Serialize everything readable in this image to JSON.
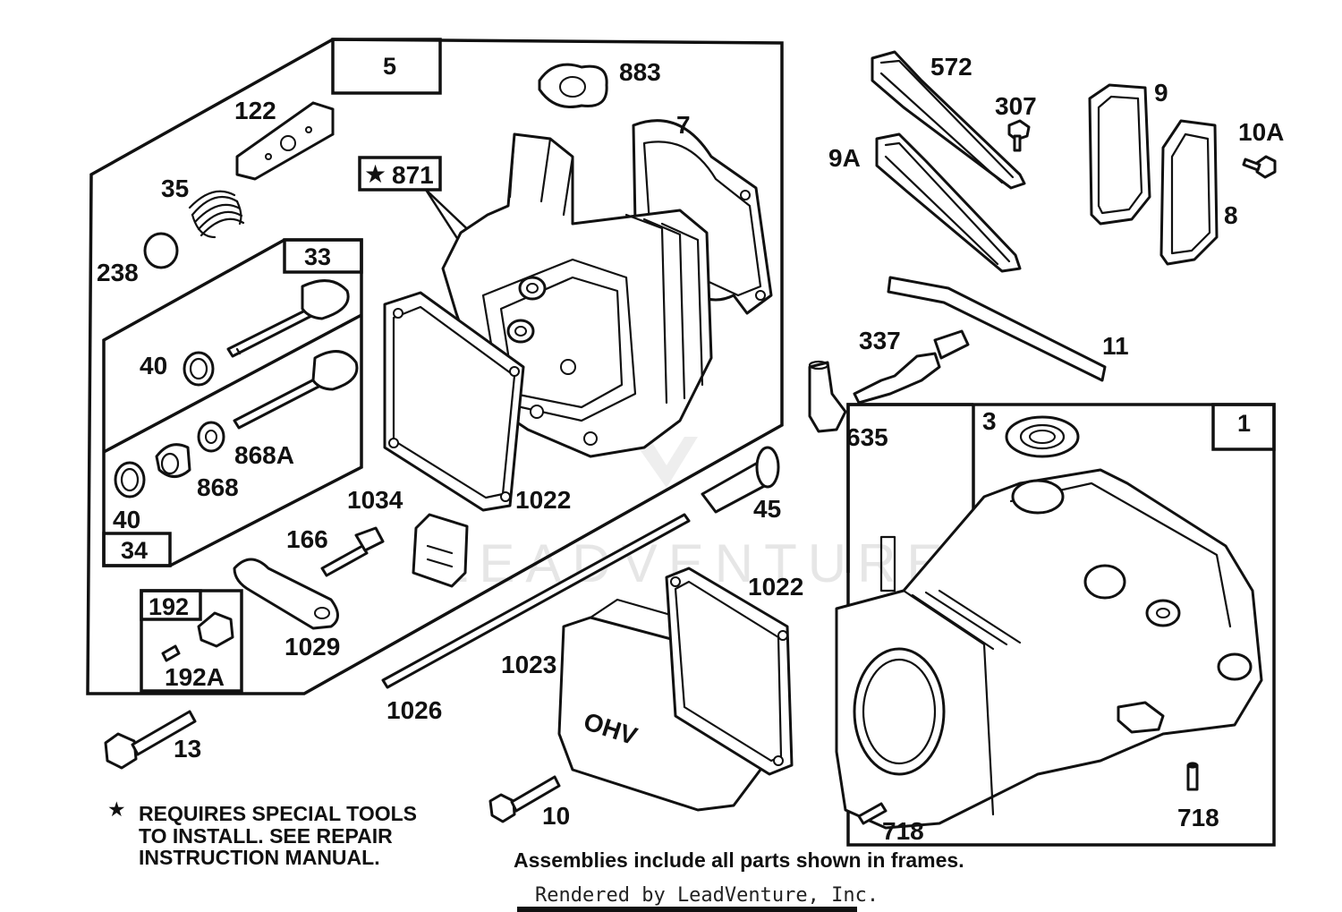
{
  "frames": {
    "frame_5": "5",
    "frame_33": "33",
    "frame_34": "34",
    "frame_192": "192",
    "frame_1": "1",
    "special_871": "871"
  },
  "labels": {
    "p883": "883",
    "p7": "7",
    "p122": "122",
    "p35": "35",
    "p238": "238",
    "p40a": "40",
    "p40b": "40",
    "p868a": "868A",
    "p868": "868",
    "p1034": "1034",
    "p1022a": "1022",
    "p166": "166",
    "p1029": "1029",
    "p192a": "192A",
    "p13": "13",
    "p572": "572",
    "p307": "307",
    "p9a": "9A",
    "p9": "9",
    "p10a": "10A",
    "p8": "8",
    "p11": "11",
    "p337": "337",
    "p635": "635",
    "p45": "45",
    "p3": "3",
    "p1022b": "1022",
    "p1023": "1023",
    "p1026": "1026",
    "p10": "10",
    "p718a": "718",
    "p718b": "718"
  },
  "cover_text": "OHV",
  "notes": {
    "star_line1": "REQUIRES SPECIAL TOOLS",
    "star_line2": "TO INSTALL.  SEE REPAIR",
    "star_line3": "INSTRUCTION MANUAL.",
    "assemblies": "Assemblies include all parts shown in frames."
  },
  "footer": "Rendered by LeadVenture, Inc.",
  "watermark": "LEADVENTURE"
}
